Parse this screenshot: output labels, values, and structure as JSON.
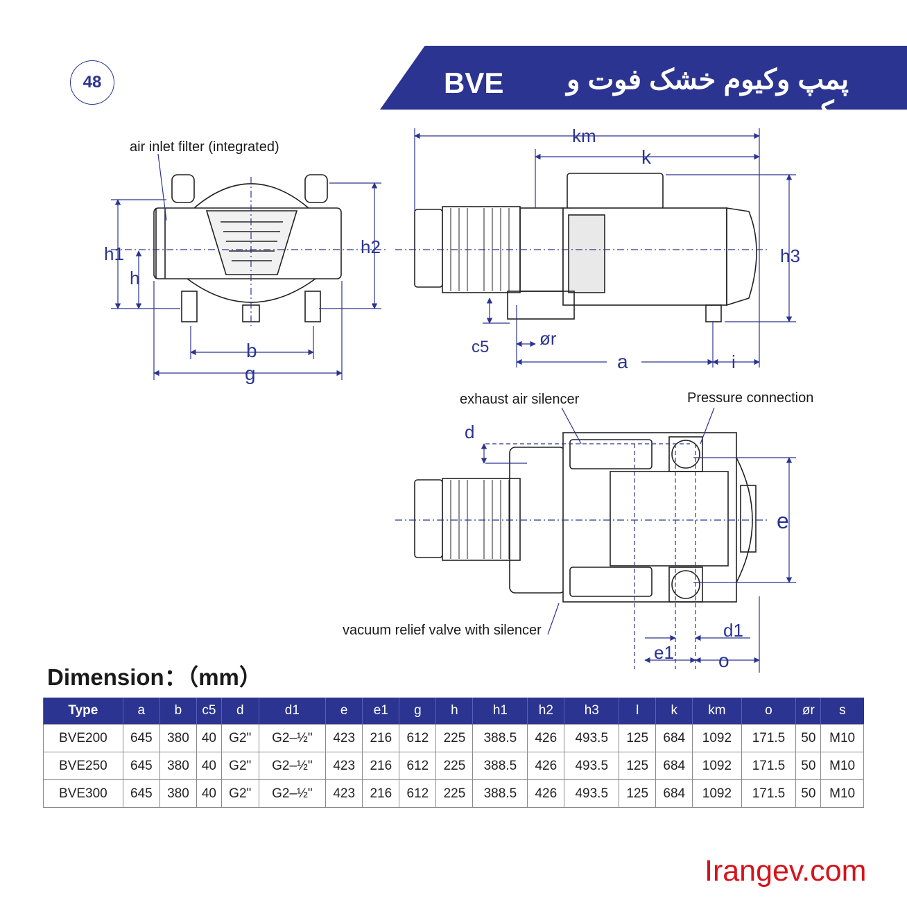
{
  "page": {
    "number": "48"
  },
  "banner": {
    "model": "BVE",
    "title": "پمپ وکیوم خشک فوت و مک"
  },
  "drawing": {
    "notes": {
      "air_inlet": "air inlet filter (integrated)",
      "exhaust": "exhaust air silencer",
      "pressure": "Pressure connection",
      "vacuum_relief": "vacuum relief valve with silencer"
    },
    "labels": {
      "h1": "h1",
      "h": "h",
      "h2": "h2",
      "b": "b",
      "g": "g",
      "km": "km",
      "k": "k",
      "h3": "h3",
      "c5": "c5",
      "or": "ør",
      "a": "a",
      "i": "i",
      "d": "d",
      "e": "e",
      "d1": "d1",
      "e1": "e1",
      "o": "o"
    }
  },
  "dimension": {
    "title": "Dimension：（mm）"
  },
  "table": {
    "headers": [
      "Type",
      "a",
      "b",
      "c5",
      "d",
      "d1",
      "e",
      "e1",
      "g",
      "h",
      "h1",
      "h2",
      "h3",
      "l",
      "k",
      "km",
      "o",
      "ør",
      "s"
    ],
    "rows": [
      [
        "BVE200",
        "645",
        "380",
        "40",
        "G2\"",
        "G2–½\"",
        "423",
        "216",
        "612",
        "225",
        "388.5",
        "426",
        "493.5",
        "125",
        "684",
        "1092",
        "171.5",
        "50",
        "M10"
      ],
      [
        "BVE250",
        "645",
        "380",
        "40",
        "G2\"",
        "G2–½\"",
        "423",
        "216",
        "612",
        "225",
        "388.5",
        "426",
        "493.5",
        "125",
        "684",
        "1092",
        "171.5",
        "50",
        "M10"
      ],
      [
        "BVE300",
        "645",
        "380",
        "40",
        "G2\"",
        "G2–½\"",
        "423",
        "216",
        "612",
        "225",
        "388.5",
        "426",
        "493.5",
        "125",
        "684",
        "1092",
        "171.5",
        "50",
        "M10"
      ]
    ]
  },
  "footer": {
    "site": "Irangev.com"
  },
  "colors": {
    "brand": "#2b3490",
    "site": "#d6131b"
  }
}
